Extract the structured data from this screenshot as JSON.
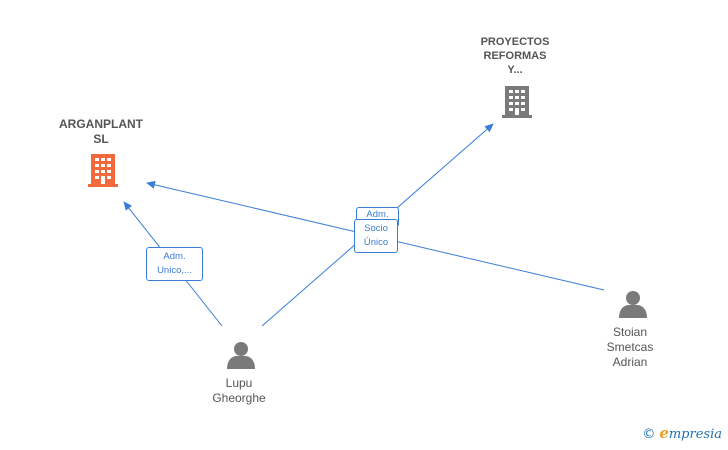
{
  "nodes": {
    "arganplant": {
      "label": "ARGANPLANT\nSL",
      "type": "company",
      "color": "#f26a3c",
      "icon": "building-icon"
    },
    "proyectos": {
      "label": "PROYECTOS\nREFORMAS\nY...",
      "type": "company",
      "color": "#7a7a7a",
      "icon": "building-icon"
    },
    "lupu": {
      "label": "Lupu\nGheorghe",
      "type": "person",
      "color": "#7a7a7a",
      "icon": "person-icon"
    },
    "stoian": {
      "label": "Stoian\nSmetcas\nAdrian",
      "type": "person",
      "color": "#7a7a7a",
      "icon": "person-icon"
    }
  },
  "edges": {
    "lupu_arganplant": {
      "label": "Adm.\nUnico,..."
    },
    "stoian_arganplant": {
      "label": "Adm."
    },
    "lupu_proyectos": {
      "label": "Socio\nÚnico"
    }
  },
  "edge_color": "#3a7dd6",
  "brand": {
    "copyright": "©",
    "initial": "e",
    "name": "mpresia"
  }
}
